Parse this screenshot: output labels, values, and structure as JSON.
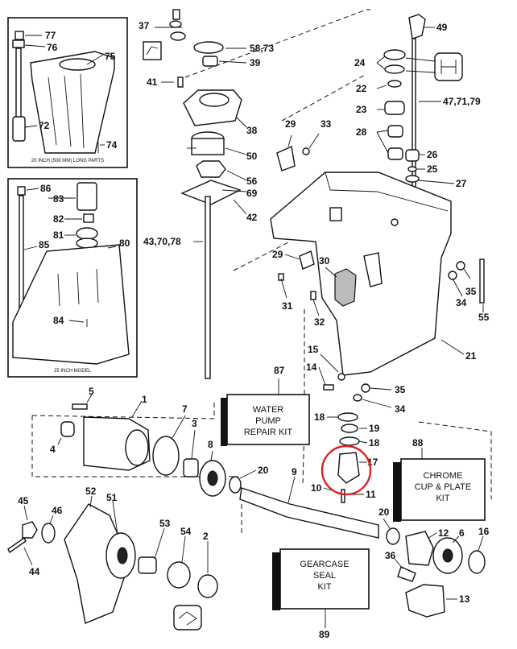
{
  "inset_top": {
    "note": "20 INCH (508 MM) LONG PARTS",
    "callouts": [
      "77",
      "76",
      "75",
      "72",
      "74"
    ]
  },
  "inset_bottom": {
    "note": "25 INCH MODEL",
    "callouts": [
      "86",
      "83",
      "82",
      "81",
      "85",
      "80",
      "84"
    ]
  },
  "upper_callouts": [
    "37",
    "58,73",
    "39",
    "41",
    "38",
    "50",
    "56",
    "69",
    "42",
    "43,70,78",
    "49",
    "24",
    "22",
    "47,71,79",
    "23",
    "28",
    "26",
    "25",
    "27",
    "29",
    "33",
    "29",
    "30",
    "31",
    "32",
    "35",
    "34",
    "55",
    "21",
    "15",
    "14",
    "35",
    "34"
  ],
  "lower_callouts": [
    "87",
    "5",
    "1",
    "7",
    "3",
    "4",
    "8",
    "20",
    "18",
    "19",
    "18",
    "17",
    "9",
    "10",
    "11",
    "88",
    "45",
    "46",
    "52",
    "51",
    "53",
    "54",
    "2",
    "44",
    "20",
    "12",
    "6",
    "16",
    "36",
    "13",
    "89"
  ],
  "kits": {
    "water_pump": [
      "WATER",
      "PUMP",
      "REPAIR KIT"
    ],
    "chrome_cup": [
      "CHROME",
      "CUP & PLATE",
      "KIT"
    ],
    "gearcase_seal": [
      "GEARCASE",
      "SEAL",
      "KIT"
    ]
  },
  "colors": {
    "line": "#111111",
    "highlight": "#e02020",
    "background": "#ffffff"
  }
}
